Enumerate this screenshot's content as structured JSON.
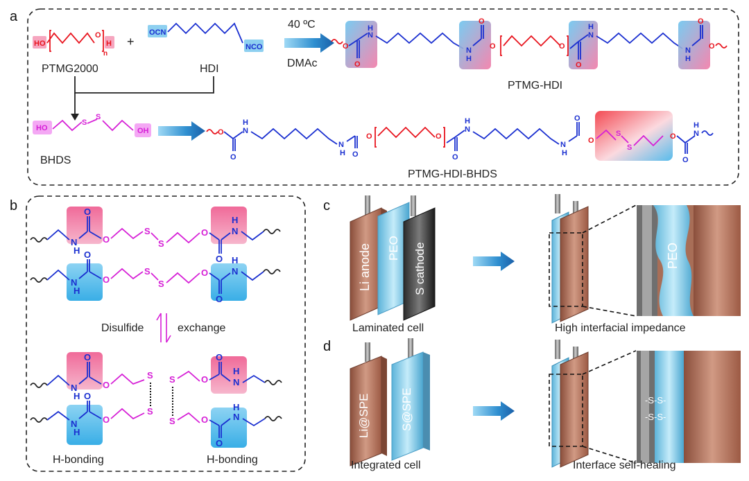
{
  "panels": {
    "a": {
      "label": "a",
      "ptmg": {
        "label": "PTMG2000",
        "ho": "HO",
        "o": "O",
        "h": "H",
        "n": "n"
      },
      "plus": "+",
      "hdi": {
        "label": "HDI",
        "ocn": "OCN",
        "nco": "NCO"
      },
      "conditions": {
        "temp": "40 ºC",
        "solvent": "DMAc"
      },
      "product1": {
        "label": "PTMG-HDI"
      },
      "bhds": {
        "label": "BHDS",
        "ho": "HO",
        "oh": "OH",
        "s": "S"
      },
      "product2": {
        "label": "PTMG-HDI-BHDS"
      },
      "atoms": {
        "O": "O",
        "N": "N",
        "H": "H",
        "S": "S"
      }
    },
    "b": {
      "label": "b",
      "exchange_left": "Disulfide",
      "exchange_right": "exchange",
      "hbond_left": "H-bonding",
      "hbond_right": "H-bonding"
    },
    "c": {
      "label": "c",
      "layer_anode": "Li anode",
      "layer_peo": "PEO",
      "layer_cathode": "S cathode",
      "zoom_label": "PEO",
      "caption_left": "Laminated cell",
      "caption_right": "High interfacial impedance"
    },
    "d": {
      "label": "d",
      "layer_li": "Li@SPE",
      "layer_s": "S@SPE",
      "zoom_line1": "-S-S-",
      "zoom_line2": "-S-S-",
      "caption_left": "Integrated cell",
      "caption_right": "Interface self-healing"
    }
  },
  "colors": {
    "red": "#e8141e",
    "blue": "#1a2fd0",
    "magenta": "#d61fd6",
    "pink_hl": "#f37aa6",
    "blue_hl": "#49b6ea",
    "copper": "#b7755c",
    "electrolyte": "#7fc6e6"
  }
}
